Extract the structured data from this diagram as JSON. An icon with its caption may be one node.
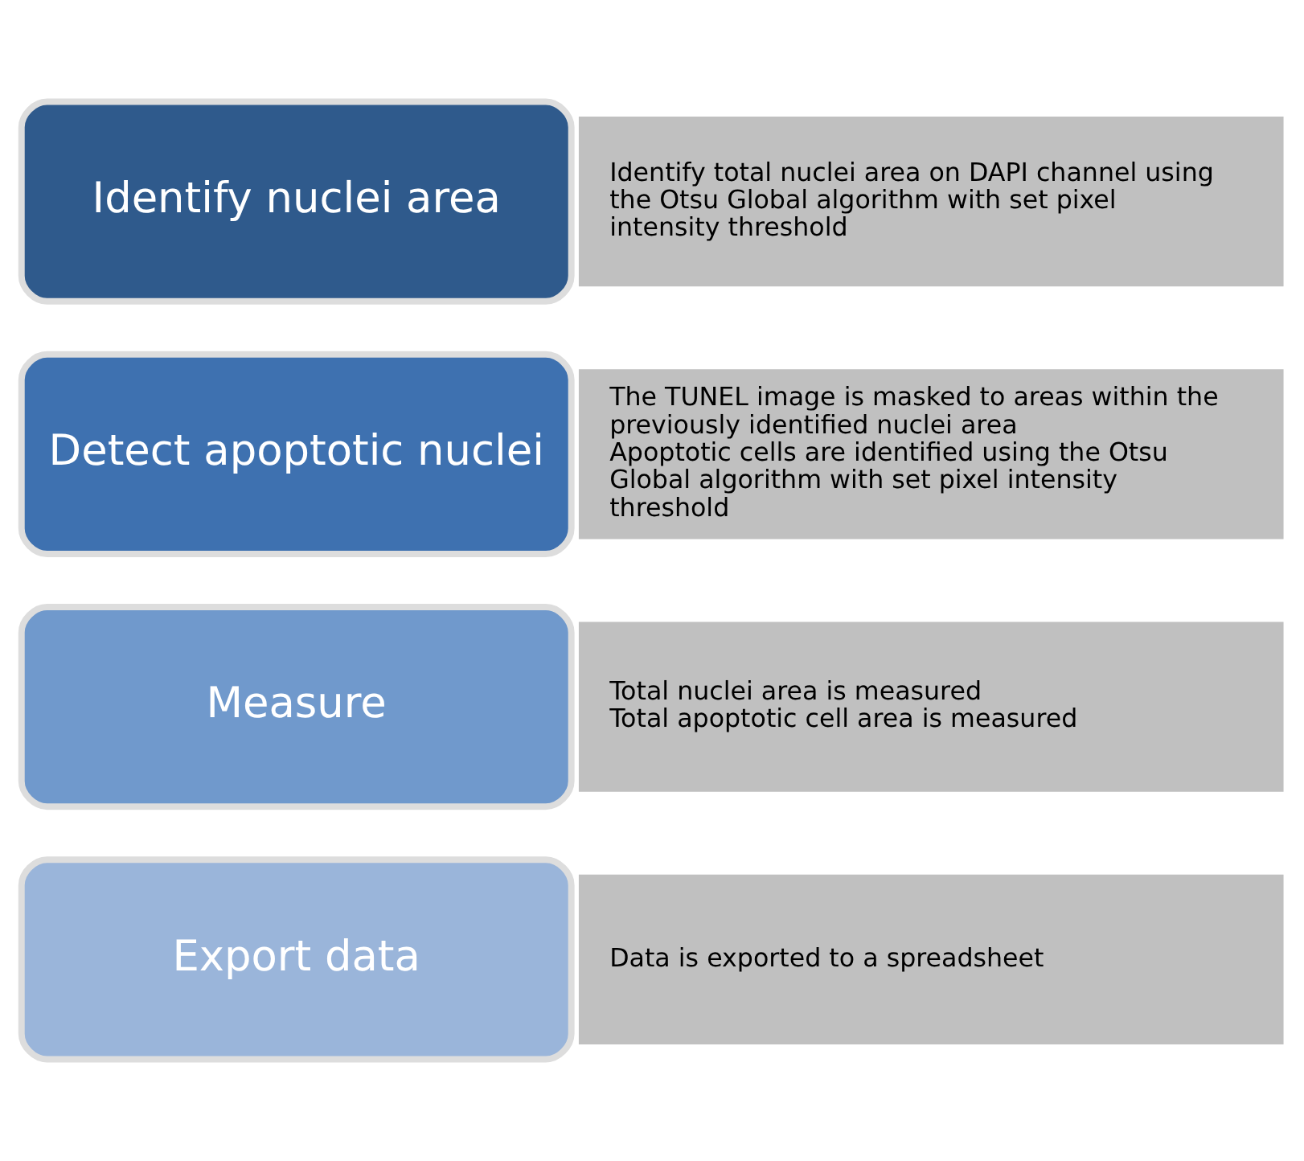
{
  "diagram": {
    "nodes": [
      {
        "text": [
          "Identify nuclei area"
        ]
      },
      {
        "text": [
          "Identify total nuclei area on DAPI channel using the Otsu Global algorithm with set pixel intensity threshold"
        ]
      },
      {
        "text": [
          "Detect apoptotic nuclei"
        ]
      },
      {
        "text": [
          "The TUNEL image is masked to areas within the previously identified nuclei area",
          "Apoptotic cells are identified using the Otsu Global algorithm with set pixel intensity threshold"
        ]
      },
      {
        "text": [
          "Measure"
        ]
      },
      {
        "text": [
          "Total nuclei area is measured",
          "Total apoptotic cell area is measured"
        ]
      },
      {
        "text": [
          "Export data"
        ]
      },
      {
        "text": [
          "Data is exported to a spreadsheet"
        ]
      }
    ],
    "edges": []
  }
}
